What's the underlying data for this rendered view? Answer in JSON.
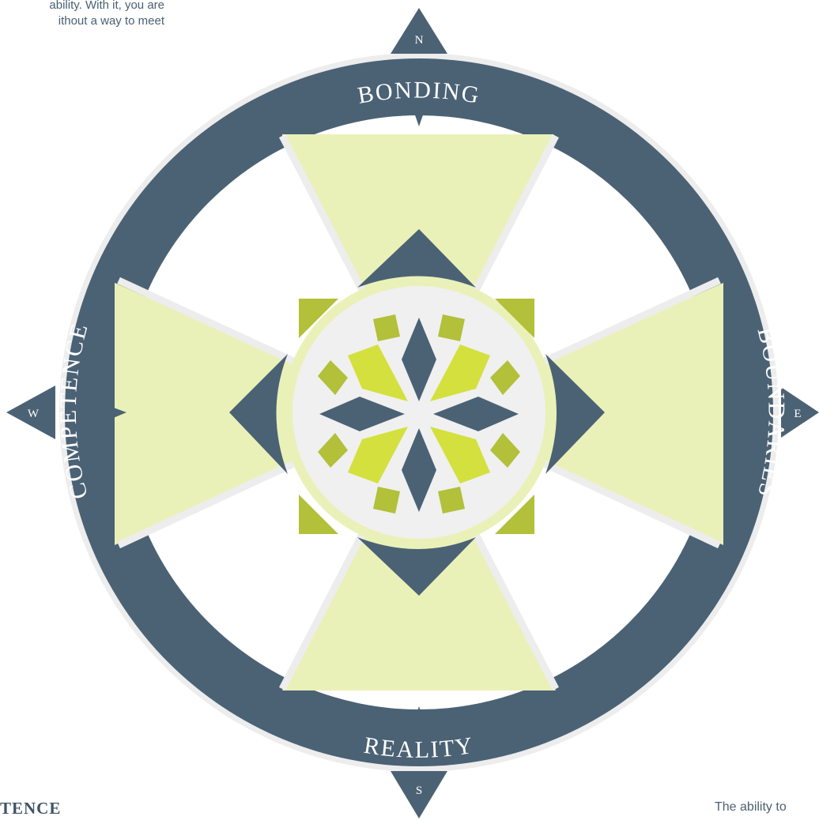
{
  "text_fragments": {
    "top_left": [
      "ability. With it, you are",
      "ithout a way to meet"
    ],
    "bottom_left_heading": "TENCE",
    "bottom_right": "The ability to"
  },
  "compass": {
    "directions": {
      "north": "N",
      "south": "S",
      "east": "E",
      "west": "W"
    },
    "ring_labels": {
      "top": "BONDING",
      "bottom": "REALITY",
      "left": "COMPETENCE",
      "right": "BOUNDARIES"
    }
  },
  "colors": {
    "ring": "#4b6275",
    "sector_fill": "#eaf1b8",
    "light_green": "#d4e03e",
    "olive_green": "#b2c03a",
    "center_gray": "#f0f0f0",
    "outline_gray": "#ededed"
  }
}
